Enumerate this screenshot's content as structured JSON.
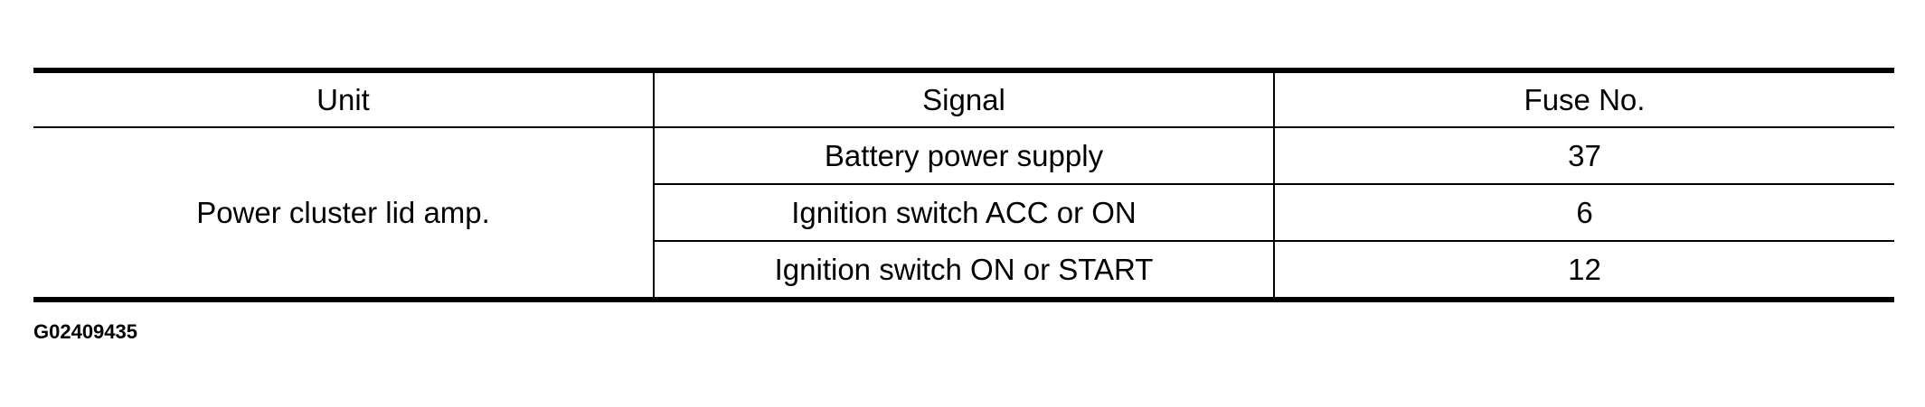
{
  "table": {
    "headers": [
      "Unit",
      "Signal",
      "Fuse No."
    ],
    "unit": "Power cluster lid amp.",
    "rows": [
      {
        "signal": "Battery power supply",
        "fuse": "37"
      },
      {
        "signal": "Ignition switch ACC or ON",
        "fuse": "6"
      },
      {
        "signal": "Ignition switch ON or START",
        "fuse": "12"
      }
    ]
  },
  "figure_id": "G02409435"
}
